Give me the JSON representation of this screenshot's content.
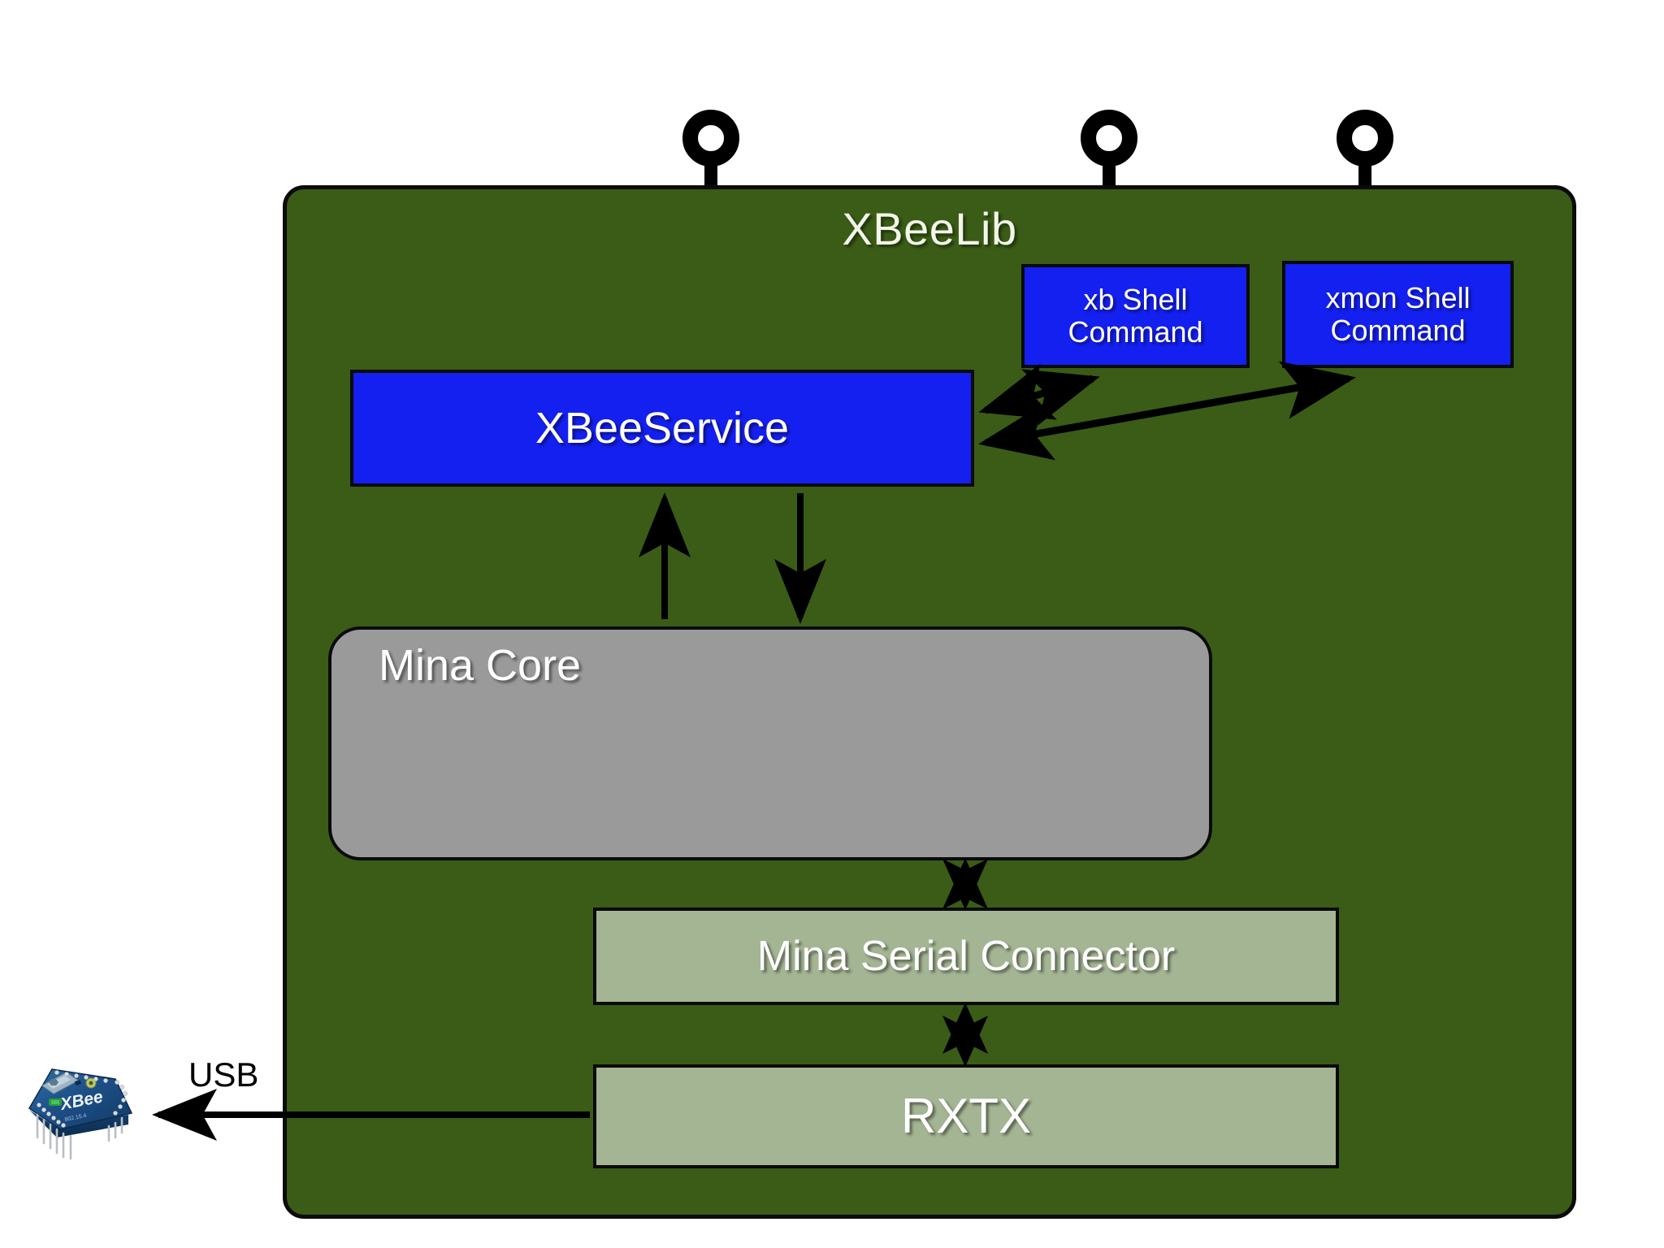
{
  "diagram": {
    "title": "XBeeLib architecture block diagram",
    "type": "block-diagram",
    "background_color": "#ffffff"
  },
  "container": {
    "label": "XBeeLib",
    "fill_color": "#3a5c16",
    "border_color": "#0b0b0b"
  },
  "interfaces": [
    {
      "name": "xbee-service-interface",
      "attached_to": "XBeeService"
    },
    {
      "name": "xb-shell-interface",
      "attached_to": "xb Shell Command"
    },
    {
      "name": "xmon-shell-interface",
      "attached_to": "xmon Shell Command"
    }
  ],
  "nodes": {
    "xbee_service": {
      "label": "XBeeService",
      "fill_color": "#1420f0",
      "text_color": "#ffffff"
    },
    "xb_shell": {
      "label": "xb Shell\nCommand",
      "line1": "xb Shell",
      "line2": "Command",
      "fill_color": "#1420f0",
      "text_color": "#ffffff"
    },
    "xmon_shell": {
      "label": "xmon Shell\nCommand",
      "line1": "xmon Shell",
      "line2": "Command",
      "fill_color": "#1420f0",
      "text_color": "#ffffff"
    },
    "mina_core": {
      "label": "Mina Core",
      "fill_color": "#9a9a9a",
      "text_color": "#ffffff"
    },
    "mina_serial_connector": {
      "label": "Mina Serial Connector",
      "fill_color": "#a4b593",
      "text_color": "#ffffff"
    },
    "rxtx": {
      "label": "RXTX",
      "fill_color": "#a4b593",
      "text_color": "#ffffff"
    }
  },
  "connections": [
    {
      "from": "XBeeService",
      "to": "xb Shell Command",
      "style": "double-arrow"
    },
    {
      "from": "XBeeService",
      "to": "xmon Shell Command",
      "style": "double-arrow"
    },
    {
      "from": "Mina Core",
      "to": "XBeeService",
      "style": "arrow-up"
    },
    {
      "from": "XBeeService",
      "to": "Mina Core",
      "style": "arrow-down"
    },
    {
      "from": "Mina Core",
      "to": "Mina Serial Connector",
      "style": "double-arrow"
    },
    {
      "from": "Mina Serial Connector",
      "to": "RXTX",
      "style": "double-arrow"
    },
    {
      "from": "RXTX",
      "to": "XBee module",
      "style": "arrow-left",
      "label": "USB"
    }
  ],
  "external": {
    "usb_label": "USB",
    "module_label": "XBee"
  }
}
